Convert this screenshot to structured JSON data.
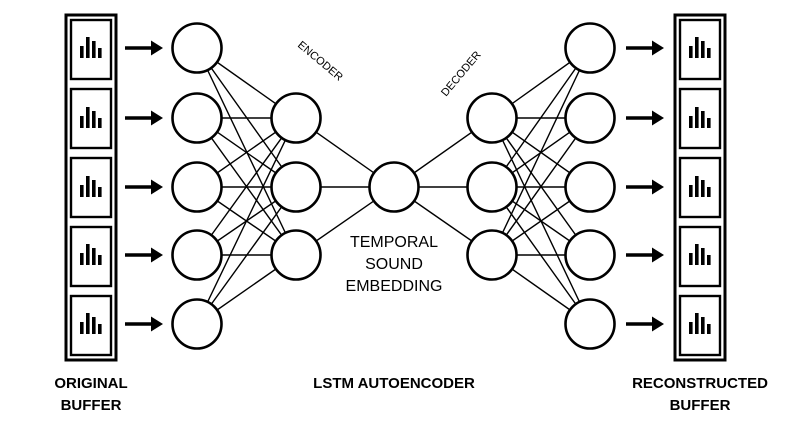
{
  "diagram": {
    "captions": {
      "original_line1": "ORIGINAL",
      "original_line2": "BUFFER",
      "model": "LSTM AUTOENCODER",
      "reconstructed_line1": "RECONSTRUCTED",
      "reconstructed_line2": "BUFFER"
    },
    "encoder_label": "ENCODER",
    "decoder_label": "DECODER",
    "embedding_label": [
      "TEMPORAL",
      "SOUND",
      "EMBEDDING"
    ],
    "layers": [
      {
        "name": "input-layer",
        "units": 5
      },
      {
        "name": "encoder-hidden-layer",
        "units": 3
      },
      {
        "name": "embedding-layer",
        "units": 1
      },
      {
        "name": "decoder-hidden-layer",
        "units": 3
      },
      {
        "name": "output-layer",
        "units": 5
      }
    ],
    "buffer_frames": 5,
    "icons": {
      "frame": "bar-chart-icon",
      "arrow": "arrow-right-icon"
    }
  }
}
